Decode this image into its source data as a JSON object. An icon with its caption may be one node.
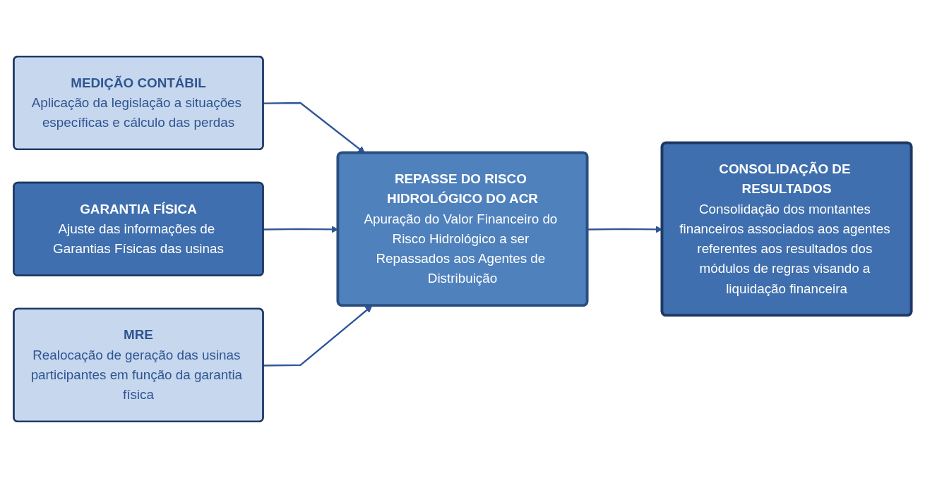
{
  "diagram": {
    "nodes": [
      {
        "text": [
          "MEDIÇÃO CONTÁBIL",
          "Aplicação da legislação a situações específicas e cálculo das perdas"
        ]
      },
      {
        "text": [
          "GARANTIA FÍSICA",
          "Ajuste das informações de Garantias Físicas das usinas"
        ]
      },
      {
        "text": [
          "MRE",
          "Realocação de geração das usinas participantes em função da garantia física"
        ]
      },
      {
        "text": [
          "REPASSE DO RISCO HIDROLÓGICO DO ACR",
          "Apuração do Valor Financeiro do Risco Hidrológico a ser Repassados aos Agentes de Distribuição"
        ]
      },
      {
        "text": [
          "CONSOLIDAÇÃO DE RESULTADOS",
          "Consolidação dos montantes financeiros associados aos agentes referentes aos resultados dos módulos de regras visando a liquidação financeira"
        ]
      }
    ],
    "edges": [
      {
        "from": 0,
        "to": 3,
        "arrow": "to"
      },
      {
        "from": 1,
        "to": 3,
        "arrow": "to"
      },
      {
        "from": 2,
        "to": 3,
        "arrow": "to"
      },
      {
        "from": 3,
        "to": 4,
        "arrow": "to"
      }
    ]
  }
}
